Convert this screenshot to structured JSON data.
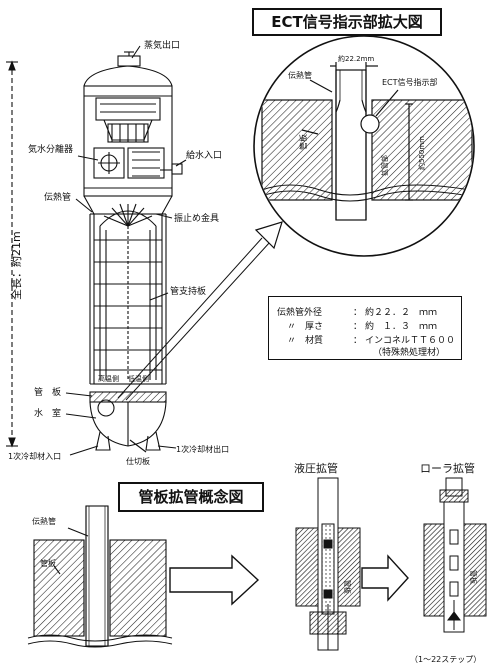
{
  "titles": {
    "ect_enlarged": "ECT信号指示部拡大図",
    "expansion_concept": "管板拡管概念図"
  },
  "generator_labels": {
    "steam_outlet": "蒸気出口",
    "moisture_separator": "気水分離器",
    "feedwater_inlet": "給水入口",
    "heat_transfer_tube": "伝熱管",
    "anti_vibration_bar": "振止め金具",
    "tube_support_plate": "管支持板",
    "tube_sheet": "管　板",
    "water_chamber": "水　室",
    "hot_side": "高温側",
    "cold_side": "低温側",
    "primary_inlet": "1次冷却材入口",
    "primary_outlet": "1次冷却材出口",
    "divider_plate": "仕切板",
    "overall_length": "全長：約21m"
  },
  "ect_labels": {
    "tube": "伝熱管",
    "ect_indicator": "ECT信号指示部",
    "diameter": "約22.2mm",
    "tube_sheet": "管板",
    "expanded_section": "拡管部",
    "length": "約550mm"
  },
  "spec": {
    "row1_label": "伝熱管外径",
    "row1_value": "約２２．２　ｍｍ",
    "row2_label": "〃　厚さ",
    "row2_value": "約　１．３　ｍｍ",
    "row3_label": "〃　材質",
    "row3_value": "インコネルＴＴ６００",
    "row3_note": "（特殊熱処理材）",
    "colon": "："
  },
  "concept_labels": {
    "tube": "伝熱管",
    "tube_sheet": "管板",
    "hydraulic": "液圧拡管",
    "roller": "ローラ拡管",
    "tube_sheet_small": "管板",
    "tube_sheet_small2": "管板",
    "steps": "（1～22ステップ）"
  }
}
